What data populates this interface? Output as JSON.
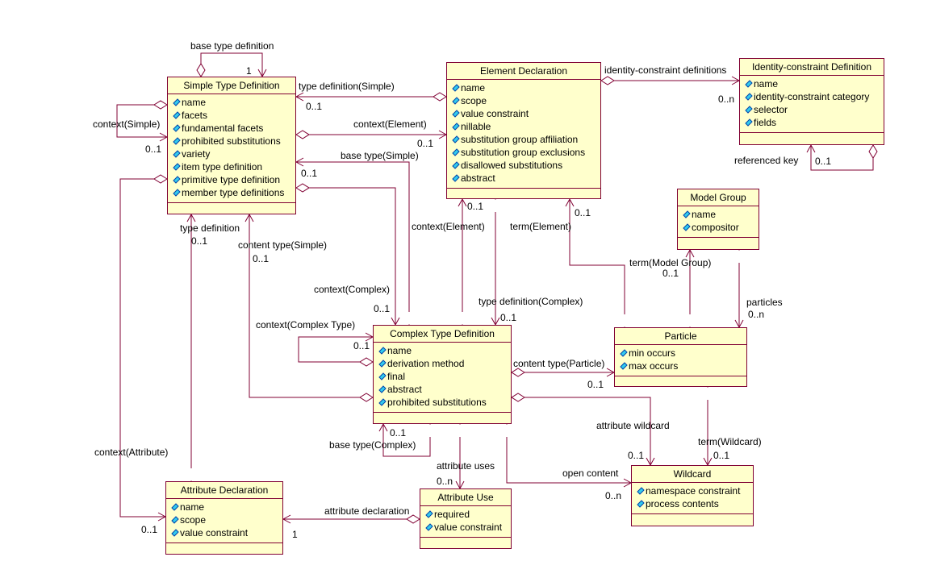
{
  "diagram": {
    "type": "UML class diagram",
    "colors": {
      "line": "#800033",
      "class_fill": "#ffffcc",
      "attr_icon": "#33ccee"
    },
    "classes": {
      "simple_type": {
        "name": "Simple Type Definition",
        "attributes": [
          "name",
          "facets",
          "fundamental facets",
          "prohibited substitutions",
          "variety",
          "item type definition",
          "primitive type definition",
          "member type definitions"
        ]
      },
      "element_decl": {
        "name": "Element Declaration",
        "attributes": [
          "name",
          "scope",
          "value constraint",
          "nillable",
          "substitution group affiliation",
          "substitution group exclusions",
          "disallowed substitutions",
          "abstract"
        ]
      },
      "identity_constraint": {
        "name": "Identity-constraint Definition",
        "attributes": [
          "name",
          "identity-constraint category",
          "selector",
          "fields"
        ]
      },
      "model_group": {
        "name": "Model Group",
        "attributes": [
          "name",
          "compositor"
        ]
      },
      "particle": {
        "name": "Particle",
        "attributes": [
          "min occurs",
          "max occurs"
        ]
      },
      "complex_type": {
        "name": "Complex Type Definition",
        "attributes": [
          "name",
          "derivation method",
          "final",
          "abstract",
          "prohibited substitutions"
        ]
      },
      "wildcard": {
        "name": "Wildcard",
        "attributes": [
          "namespace constraint",
          "process contents"
        ]
      },
      "attribute_decl": {
        "name": "Attribute Declaration",
        "attributes": [
          "name",
          "scope",
          "value constraint"
        ]
      },
      "attribute_use": {
        "name": "Attribute Use",
        "attributes": [
          "required",
          "value constraint"
        ]
      }
    },
    "labels": {
      "base_type_definition": "base type definition",
      "base_type_definition_mult": "1",
      "context_simple": "context(Simple)",
      "context_simple_mult": "0..1",
      "type_def_simple": "type definition(Simple)",
      "type_def_simple_mult": "0..1",
      "context_element": "context(Element)",
      "context_element_mult": "0..1",
      "base_type_simple": "base type(Simple)",
      "base_type_simple_mult": "0..1",
      "identity_constraint_defs": "identity-constraint definitions",
      "identity_constraint_defs_mult": "0..n",
      "referenced_key": "referenced key",
      "referenced_key_mult": "0..1",
      "type_definition": "type definition",
      "type_definition_mult": "0..1",
      "content_type_simple": "content type(Simple)",
      "content_type_simple_mult": "0..1",
      "context_complex": "context(Complex)",
      "context_complex_mult": "0..1",
      "context_element2": "context(Element)",
      "context_element2_mult": "0..1",
      "term_element": "term(Element)",
      "term_element_mult": "0..1",
      "type_def_complex": "type definition(Complex)",
      "type_def_complex_mult": "0..1",
      "term_model_group": "term(Model Group)",
      "term_model_group_mult": "0..1",
      "particles": "particles",
      "particles_mult": "0..n",
      "context_complex_type": "context(Complex Type)",
      "context_complex_type_mult": "0..1",
      "content_type_particle": "content type(Particle)",
      "content_type_particle_mult": "0..1",
      "attribute_wildcard": "attribute wildcard",
      "attribute_wildcard_mult": "0..1",
      "term_wildcard": "term(Wildcard)",
      "term_wildcard_mult": "0..1",
      "base_type_complex": "base type(Complex)",
      "base_type_complex_mult": "0..1",
      "attribute_uses": "attribute uses",
      "attribute_uses_mult": "0..n",
      "open_content": "open content",
      "open_content_mult": "0..n",
      "context_attribute": "context(Attribute)",
      "context_attribute_mult": "0..1",
      "attribute_declaration": "attribute declaration",
      "attribute_declaration_mult": "1"
    }
  }
}
